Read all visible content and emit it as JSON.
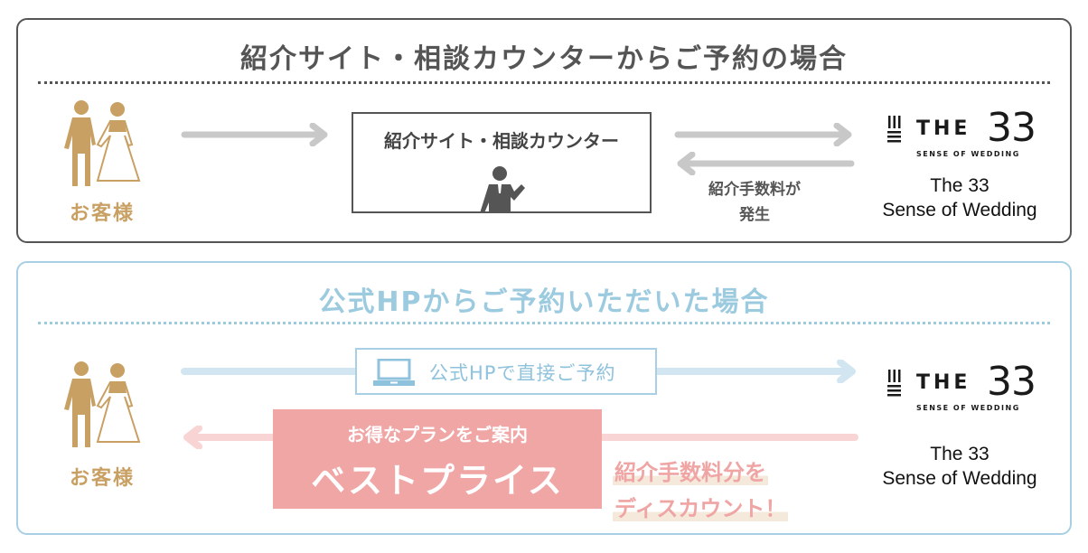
{
  "colors": {
    "gray_panel_border": "#555555",
    "blue_panel_border": "#a8cfe3",
    "gold": "#c9a063",
    "gray_arrow": "#c8c8c8",
    "blue_arrow": "#d2e6f1",
    "pink_arrow": "#f9d4d4",
    "pink_box": "#f1a6a6",
    "discount_text": "#f0a5a5"
  },
  "agency_panel": {
    "title": "紹介サイト・相談カウンターからご予約の場合",
    "customer": {
      "label": "お客様",
      "icon": "wedding-couple-icon"
    },
    "agent_box": {
      "label": "紹介サイト・相談カウンター",
      "icon": "business-person-icon"
    },
    "fee_label": {
      "line1": "紹介手数料が",
      "line2": "発生"
    },
    "venue": {
      "logo_the": "THE",
      "logo_number": "33",
      "logo_sub": "SENSE OF WEDDING",
      "name_line1": "The 33",
      "name_line2": "Sense of Wedding"
    }
  },
  "official_panel": {
    "title": "公式HPからご予約いただいた場合",
    "customer": {
      "label": "お客様",
      "icon": "wedding-couple-icon"
    },
    "hp_box": {
      "label": "公式HPで直接ご予約",
      "icon": "laptop-icon"
    },
    "price_box": {
      "sub": "お得なプランをご案内",
      "main": "ベストプライス"
    },
    "discount": {
      "line1": "紹介手数料分を",
      "line2": "ディスカウント！"
    },
    "venue": {
      "logo_the": "THE",
      "logo_number": "33",
      "logo_sub": "SENSE OF WEDDING",
      "name_line1": "The 33",
      "name_line2": "Sense of Wedding"
    }
  }
}
